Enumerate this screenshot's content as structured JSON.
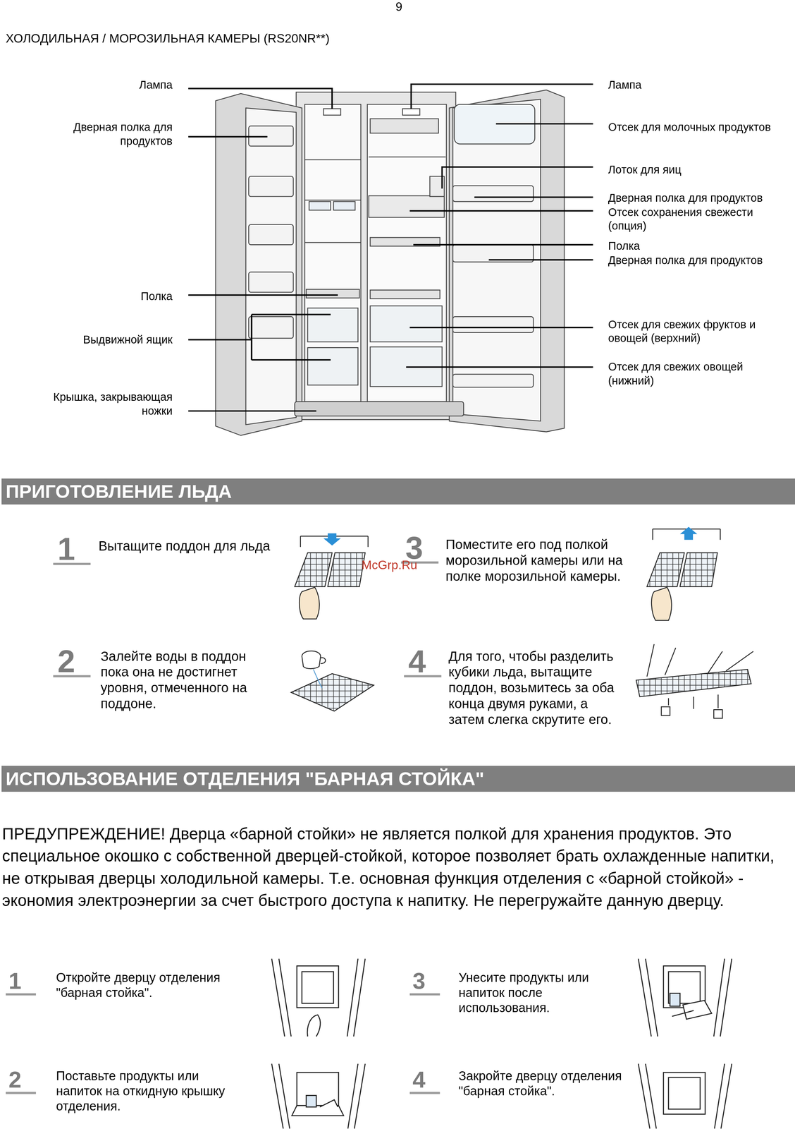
{
  "diagram": {
    "title": "ХОЛОДИЛЬНАЯ / МОРОЗИЛЬНАЯ КАМЕРЫ (RS20NR**)",
    "nodes": [
      {
        "text": [
          "ПРИГОТОВЛЕНИЕ ЛЬДА"
        ]
      },
      {
        "text": [
          "ИСПОЛЬЗОВАНИЕ ОТДЕЛЕНИЯ \"БАРНАЯ СТОЙКА\""
        ]
      }
    ],
    "labels": [
      "9",
      "Лампа",
      "Дверная полка для продуктов",
      "Полка",
      "Выдвижной ящик",
      "Крышка, закрывающая ножки",
      "Лампа",
      "Отсек для молочных продуктов",
      "Лоток для яиц",
      "Дверная полка для продуктов",
      "Отсек сохранения свежести (опция)",
      "Полка",
      "Дверная полка для продуктов",
      "Отсек для свежих фруктов и овощей (верхний)",
      "Отсек для свежих овощей (нижний)",
      "1",
      "Вытащите поддон для льда",
      "3",
      "Поместите его под полкой морозильной камеры или на полке морозильной камеры.",
      "McGrp.Ru",
      "2",
      "Залейте воды в поддон пока она не достигнет уровня, отмеченного на поддоне.",
      "4",
      "Для того, чтобы разделить кубики льда, вытащите поддон, возьмитесь за оба конца двумя руками, а затем слегка скрутите его.",
      "ПРЕДУПРЕЖДЕНИЕ! Дверца «барной стойки» не является полкой для хранения продуктов. Это специальное окошко с собственной дверцей-стойкой, которое позволяет брать охлажденные напитки, не открывая дверцы холодильной камеры. Т.е. основная функция отделения с «барной стойкой» - экономия электроэнергии за счет быстрого доступа к напитку. Не перегружайте данную дверцу.",
      "1",
      "Откройте дверцу отделения \"барная стойка\".",
      "3",
      "Унесите продукты или напиток после использования.",
      "2",
      "Поставьте продукты или напиток на откидную крышку отделения.",
      "4",
      "Закройте дверцу отделения \"барная стойка\"."
    ]
  }
}
